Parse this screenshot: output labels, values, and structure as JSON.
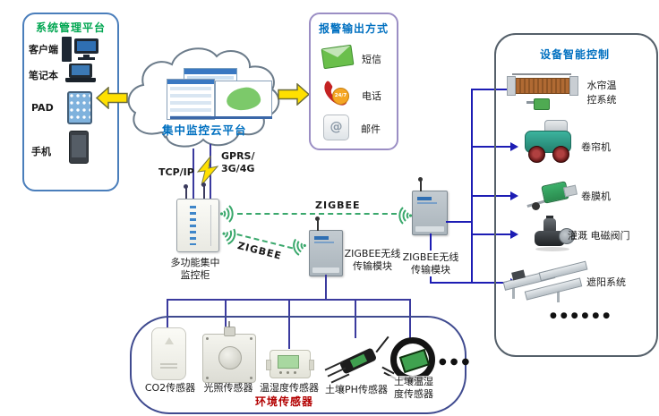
{
  "management_platform": {
    "title": "系统管理平台",
    "items": [
      {
        "label": "客户端",
        "icon": "desktop-computer-icon"
      },
      {
        "label": "笔记本",
        "icon": "laptop-icon"
      },
      {
        "label": "PAD",
        "icon": "tablet-icon"
      },
      {
        "label": "手机",
        "icon": "smartphone-icon"
      }
    ]
  },
  "cloud": {
    "label": "集中监控云平台"
  },
  "alarm_output": {
    "title": "报警输出方式",
    "items": [
      {
        "label": "短信",
        "icon": "sms-envelope-icon"
      },
      {
        "label": "电话",
        "icon": "phone-call-icon",
        "badge": "24/7"
      },
      {
        "label": "邮件",
        "icon": "email-at-icon",
        "glyph": "@"
      }
    ]
  },
  "connections": {
    "tcpip": "TCP/IP",
    "gprs_line1": "GPRS/",
    "gprs_line2": "3G/4G",
    "zigbee_upper": "ZIGBEE",
    "zigbee_lower": "ZIGBEE"
  },
  "cabinet": {
    "label_line1": "多功能集中",
    "label_line2": "监控柜"
  },
  "zigbee_module_left": {
    "label_line1": "ZIGBEE无线",
    "label_line2": "传输模块"
  },
  "zigbee_module_right": {
    "label_line1": "ZIGBEE无线",
    "label_line2": "传输模块"
  },
  "device_control": {
    "title": "设备智能控制",
    "items": [
      {
        "lines": [
          "水帘温",
          "控系统"
        ],
        "icon": "cooling-pad-system-icon"
      },
      {
        "lines": [
          "卷帘机"
        ],
        "icon": "roller-shutter-machine-icon"
      },
      {
        "lines": [
          "卷膜机"
        ],
        "icon": "film-rolling-machine-icon"
      },
      {
        "lines": [
          "灌溉 电磁阀门"
        ],
        "icon": "irrigation-solenoid-valve-icon"
      },
      {
        "lines": [
          "遮阳系统"
        ],
        "icon": "shading-system-icon"
      }
    ],
    "more": "●●●●●●"
  },
  "sensors": {
    "title": "环境传感器",
    "items": [
      {
        "lines": [
          "CO2传感器"
        ],
        "icon": "co2-sensor-icon"
      },
      {
        "lines": [
          "光照传感器"
        ],
        "icon": "light-sensor-icon"
      },
      {
        "lines": [
          "温湿度传感器"
        ],
        "icon": "temperature-humidity-sensor-icon"
      },
      {
        "lines": [
          "土壤PH传感器"
        ],
        "icon": "soil-ph-sensor-icon"
      },
      {
        "lines": [
          "土壤温湿",
          "度传感器"
        ],
        "icon": "soil-temperature-humidity-sensor-icon"
      }
    ],
    "more": "●●●"
  },
  "colors": {
    "green_title": "#00a651",
    "blue_title": "#0070c0",
    "red_title": "#b30000",
    "zigbee_green": "#3aa86c",
    "line_navy": "#3a3a9e",
    "arrow_blue": "#1d1db4",
    "arrow_yellow": "#ffe000"
  }
}
